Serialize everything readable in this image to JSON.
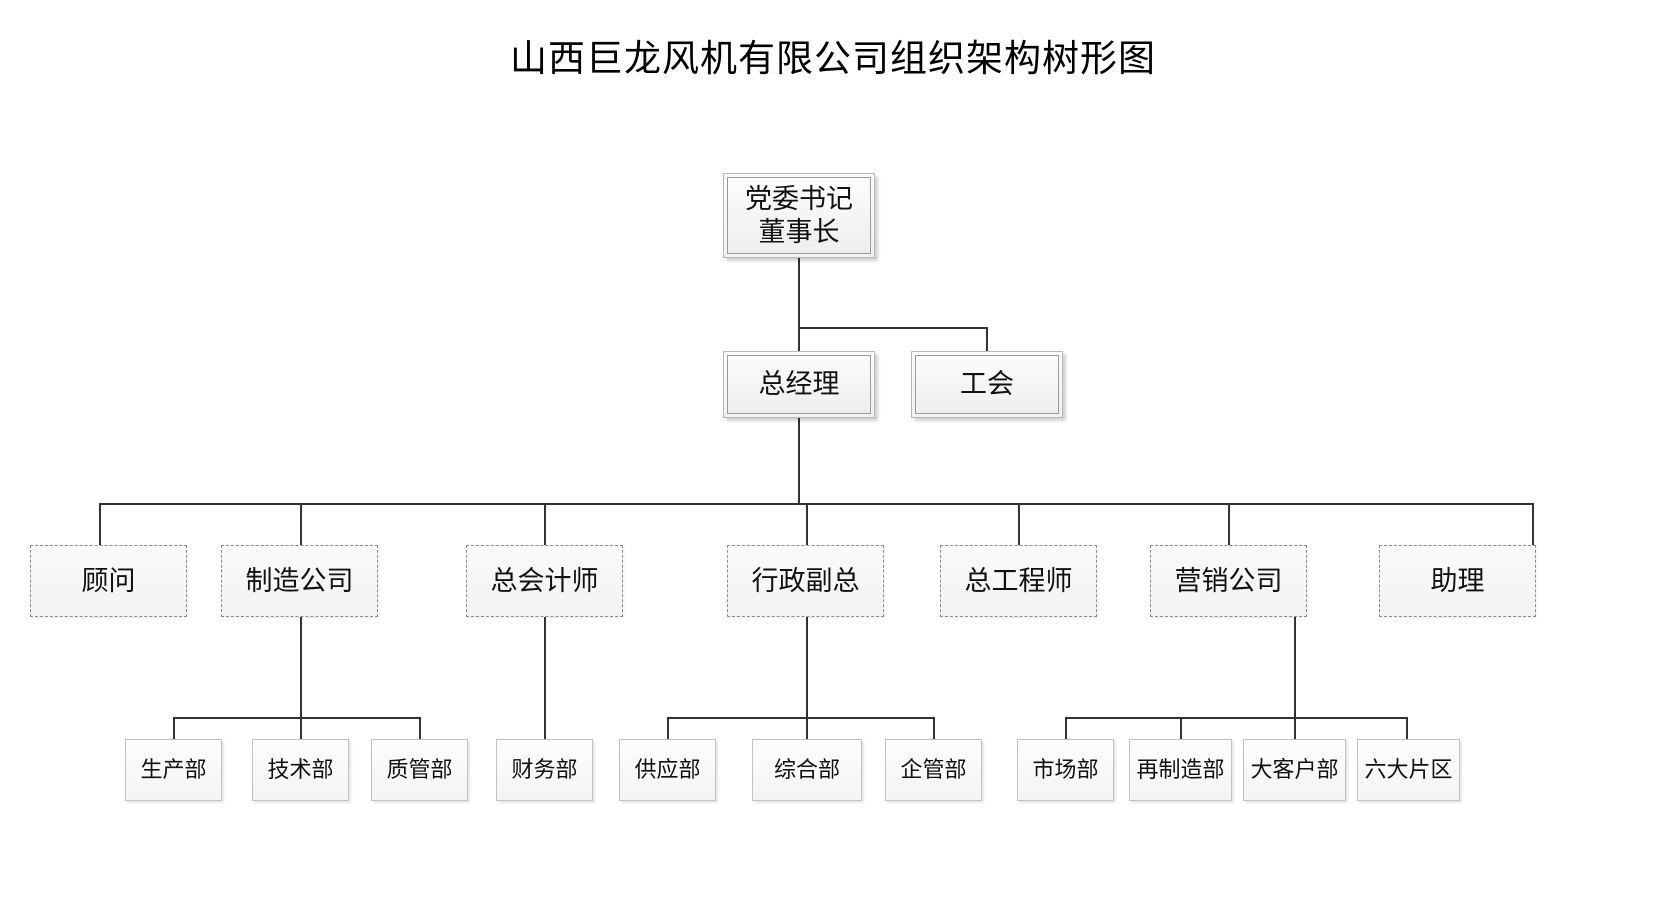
{
  "title": "山西巨龙风机有限公司组织架构树形图",
  "chart_data": {
    "type": "diagram",
    "diagram_type": "organization-tree",
    "title": "山西巨龙风机有限公司组织架构树形图",
    "nodes": [
      {
        "id": "root",
        "label": "党委书记\n董事长",
        "level": 0,
        "style": "frame",
        "parent": null
      },
      {
        "id": "gm",
        "label": "总经理",
        "level": 1,
        "style": "frame",
        "parent": "root"
      },
      {
        "id": "union",
        "label": "工会",
        "level": 1,
        "style": "frame",
        "parent": "root"
      },
      {
        "id": "advisor",
        "label": "顾问",
        "level": 2,
        "style": "dashed",
        "parent": "gm"
      },
      {
        "id": "mfg",
        "label": "制造公司",
        "level": 2,
        "style": "dashed",
        "parent": "gm"
      },
      {
        "id": "accountant",
        "label": "总会计师",
        "level": 2,
        "style": "dashed",
        "parent": "gm"
      },
      {
        "id": "admin-vp",
        "label": "行政副总",
        "level": 2,
        "style": "dashed",
        "parent": "gm"
      },
      {
        "id": "chief-eng",
        "label": "总工程师",
        "level": 2,
        "style": "dashed",
        "parent": "gm"
      },
      {
        "id": "marketing",
        "label": "营销公司",
        "level": 2,
        "style": "dashed",
        "parent": "gm"
      },
      {
        "id": "assistant",
        "label": "助理",
        "level": 2,
        "style": "dashed",
        "parent": "gm"
      },
      {
        "id": "production",
        "label": "生产部",
        "level": 3,
        "style": "leaf",
        "parent": "mfg"
      },
      {
        "id": "technology",
        "label": "技术部",
        "level": 3,
        "style": "leaf",
        "parent": "mfg"
      },
      {
        "id": "quality",
        "label": "质管部",
        "level": 3,
        "style": "leaf",
        "parent": "mfg"
      },
      {
        "id": "finance",
        "label": "财务部",
        "level": 3,
        "style": "leaf",
        "parent": "accountant"
      },
      {
        "id": "supply",
        "label": "供应部",
        "level": 3,
        "style": "leaf",
        "parent": "admin-vp"
      },
      {
        "id": "general",
        "label": "综合部",
        "level": 3,
        "style": "leaf",
        "parent": "admin-vp"
      },
      {
        "id": "enterprise",
        "label": "企管部",
        "level": 3,
        "style": "leaf",
        "parent": "admin-vp"
      },
      {
        "id": "market",
        "label": "市场部",
        "level": 3,
        "style": "leaf",
        "parent": "marketing"
      },
      {
        "id": "remfg",
        "label": "再制造部",
        "level": 3,
        "style": "leaf",
        "parent": "marketing"
      },
      {
        "id": "key-account",
        "label": "大客户部",
        "level": 3,
        "style": "leaf",
        "parent": "marketing"
      },
      {
        "id": "six-regions",
        "label": "六大片区",
        "level": 3,
        "style": "leaf",
        "parent": "marketing"
      }
    ],
    "colors": {
      "background": "#ffffff",
      "line": "#333333",
      "box_fill": "#f4f4f4",
      "box_border_solid": "#b8b8b8",
      "box_border_dashed": "#8d8d8d",
      "text": "#111111"
    }
  }
}
